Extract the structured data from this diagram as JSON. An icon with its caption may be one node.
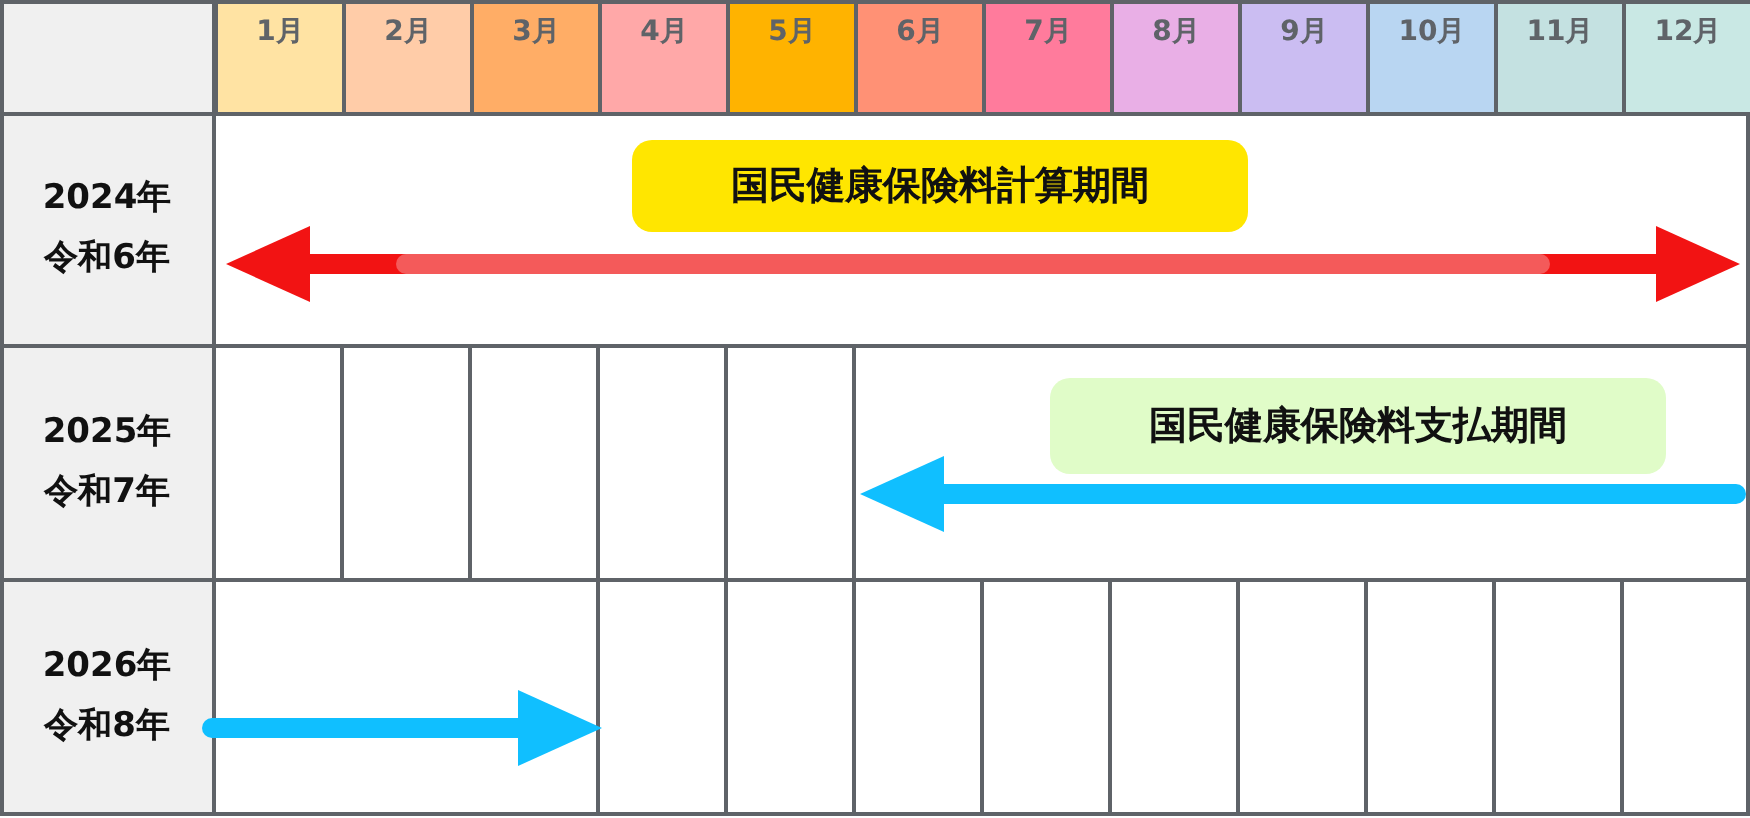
{
  "diagram": {
    "nodes": [
      {
        "text": [
          "国民健康保険料計算期間"
        ]
      },
      {
        "text": [
          "国民健康保険料支払期間"
        ]
      }
    ],
    "labels": [
      "1月",
      "2月",
      "3月",
      "4月",
      "5月",
      "6月",
      "7月",
      "8月",
      "9月",
      "10月",
      "11月",
      "12月",
      "2024年",
      "令和6年",
      "2025年",
      "令和7年",
      "2026年",
      "令和8年"
    ]
  }
}
